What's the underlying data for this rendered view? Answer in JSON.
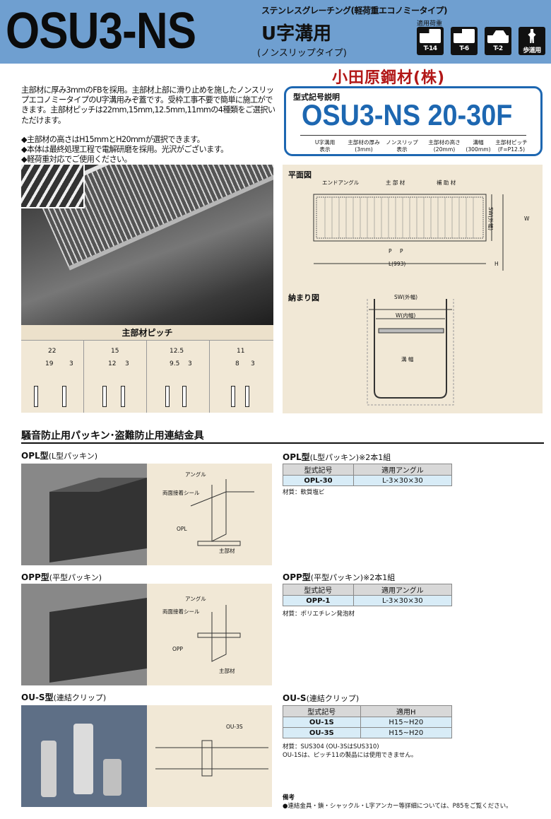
{
  "header": {
    "model": "OSU3-NS",
    "subtitle_small": "ステンレスグレーチング(軽荷重エコノミータイプ)",
    "subtitle_main": "U字溝用",
    "subtitle_type": "(ノンスリップタイプ)",
    "load_label": "適用荷重",
    "loads": [
      "T-14",
      "T-6",
      "T-2",
      "歩道用"
    ]
  },
  "company": "小田原鋼材(株)",
  "intro": {
    "paragraph": "主部材に厚み3mmのFBを採用。主部材上部に滑り止めを施したノンスリップエコノミータイプのU字溝用みぞ蓋です。受枠工事不要で簡単に施工ができます。主部材ピッチは22mm,15mm,12.5mm,11mmの4種類をご選択いただけます。",
    "bullets": [
      "◆主部材の高さはH15mmとH20mmが選択できます。",
      "◆本体は最終処理工程で電解研磨を採用。光沢がございます。",
      "◆軽荷重対応でご使用ください。"
    ]
  },
  "code_explain": {
    "title": "型式記号説明",
    "code": "OSU3-NS 20-30F",
    "parts": [
      {
        "line1": "U字溝用",
        "line2": "表示"
      },
      {
        "line1": "主部材の厚み",
        "line2": "(3mm)"
      },
      {
        "line1": "ノンスリップ",
        "line2": "表示"
      },
      {
        "line1": "主部材の高さ",
        "line2": "(20mm)"
      },
      {
        "line1": "溝幅",
        "line2": "(300mm)"
      },
      {
        "line1": "主部材ピッチ",
        "line2": "(F=P12.5)"
      }
    ]
  },
  "pitch": {
    "title": "主部材ピッチ",
    "items": [
      {
        "pitch": "22",
        "gap": "19",
        "bar": "3"
      },
      {
        "pitch": "15",
        "gap": "12",
        "bar": "3"
      },
      {
        "pitch": "12.5",
        "gap": "9.5",
        "bar": "3"
      },
      {
        "pitch": "11",
        "gap": "8",
        "bar": "3"
      }
    ]
  },
  "plan": {
    "title": "平面図",
    "end_angle": "エンドアングル",
    "main_member": "主 部 材",
    "aux_member": "補 助 材",
    "sw": "SW(外幅)",
    "w": "W",
    "p": "P",
    "l": "L(993)",
    "h": "H"
  },
  "fit": {
    "title": "納まり図",
    "sw": "SW(外幅)",
    "w": "W(内幅)",
    "gutter": "溝 幅"
  },
  "section": {
    "title": "騒音防止用パッキン･盗難防止用連結金具"
  },
  "opl": {
    "label_bold": "OPL型",
    "label_sub": "(L型パッキン)",
    "diagram": {
      "angle": "アングル",
      "seal": "両面接着シール",
      "part": "OPL",
      "main": "主部材"
    },
    "table_title_bold": "OPL型",
    "table_title_sub": "(L型パッキン)※2本1組",
    "headers": [
      "型式記号",
      "適用アングル"
    ],
    "rows": [
      {
        "code": "OPL-30",
        "value": "L-3×30×30"
      }
    ],
    "material": "材質：軟質塩ビ"
  },
  "opp": {
    "label_bold": "OPP型",
    "label_sub": "(平型パッキン)",
    "diagram": {
      "angle": "アングル",
      "seal": "両面接着シール",
      "part": "OPP",
      "main": "主部材"
    },
    "table_title_bold": "OPP型",
    "table_title_sub": "(平型パッキン)※2本1組",
    "headers": [
      "型式記号",
      "適用アングル"
    ],
    "rows": [
      {
        "code": "OPP-1",
        "value": "L-3×30×30"
      }
    ],
    "material": "材質：ポリエチレン発泡材"
  },
  "ous": {
    "label_bold": "OU-S型",
    "label_sub": "(連結クリップ)",
    "diagram": {
      "part": "OU-3S"
    },
    "table_title_bold": "OU-S",
    "table_title_sub": "(連結クリップ)",
    "headers": [
      "型式記号",
      "適用H"
    ],
    "rows": [
      {
        "code": "OU-1S",
        "value": "H15~H20"
      },
      {
        "code": "OU-3S",
        "value": "H15~H20"
      }
    ],
    "material": "材質：SUS304 (OU-3SはSUS310)",
    "note": "OU-1Sは、ピッチ11の製品には使用できません。"
  },
  "remarks": {
    "title": "備考",
    "text": "●連結金具・鎖・シャックル・L字アンカー等詳細については、P85をご覧ください。"
  }
}
